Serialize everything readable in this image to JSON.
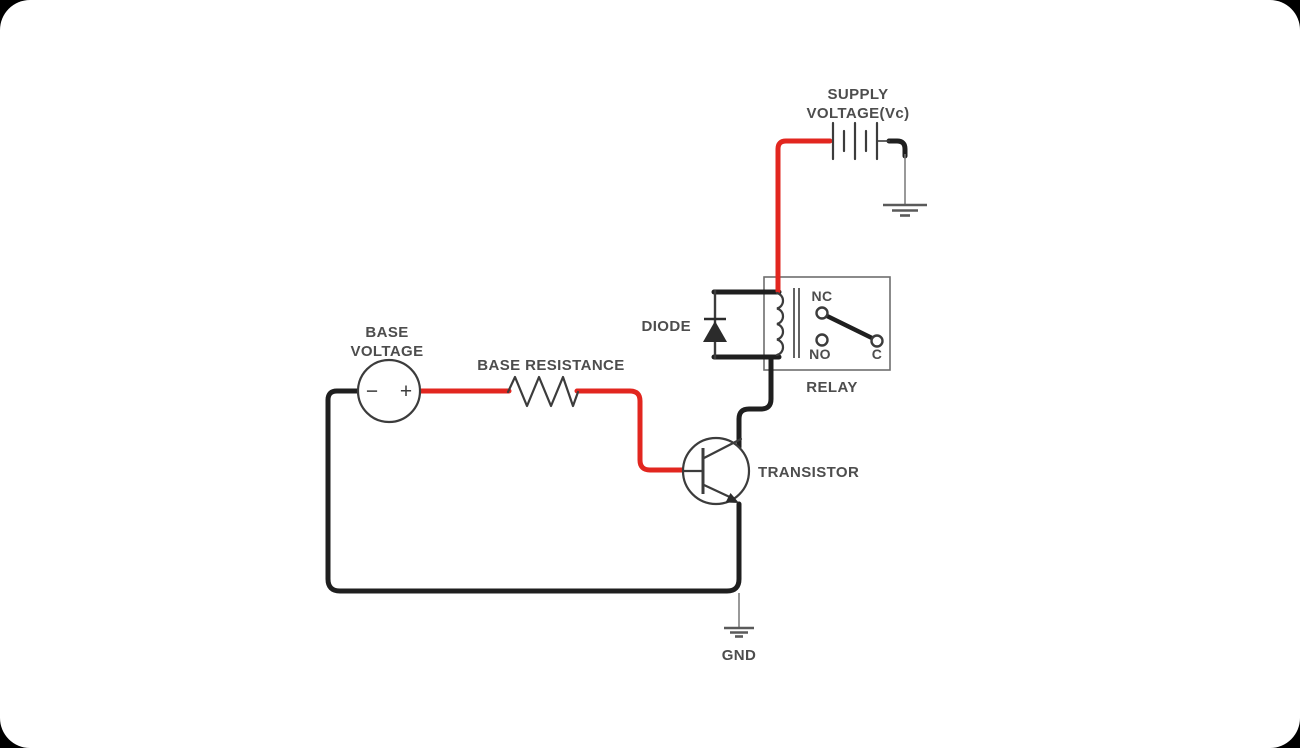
{
  "labels": {
    "supply_voltage": {
      "line1": "SUPPLY",
      "line2": "VOLTAGE(Vc)"
    },
    "base_voltage": {
      "line1": "BASE",
      "line2": "VOLTAGE"
    },
    "base_resistance": "BASE RESISTANCE",
    "diode": "DIODE",
    "transistor": "TRANSISTOR",
    "relay": "RELAY",
    "gnd": "GND",
    "contacts": {
      "nc": "NC",
      "no": "NO",
      "c": "C"
    },
    "polarity": {
      "minus": "−",
      "plus": "+"
    }
  },
  "colors": {
    "hot_wire_red": "#e2261f",
    "wire_black": "#1f1f1f",
    "symbol_stroke": "#3c3c3c",
    "label_gray": "#4d4d4d",
    "relay_box_gray": "#6e6e6e",
    "ground_gray": "#5a5a5a",
    "surface_white": "#ffffff",
    "backdrop_black": "#000000"
  }
}
